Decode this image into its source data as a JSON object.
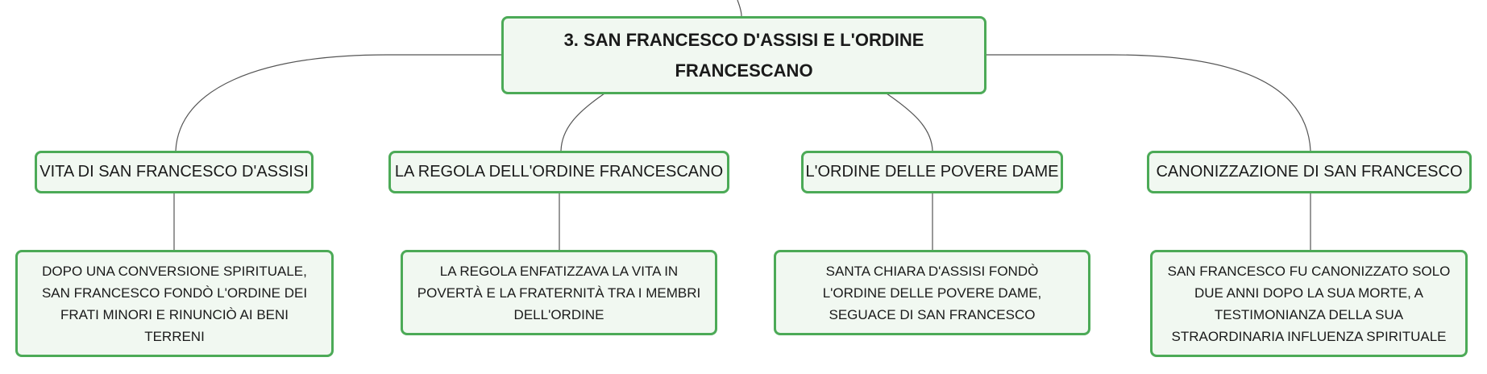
{
  "root": {
    "title": "3. SAN FRANCESCO D'ASSISI E L'ORDINE FRANCESCANO"
  },
  "topics": [
    {
      "label": "VITA DI SAN FRANCESCO D'ASSISI",
      "detail": "DOPO UNA CONVERSIONE SPIRITUALE, SAN FRANCESCO FONDÒ L'ORDINE DEI FRATI MINORI E RINUNCIÒ AI BENI TERRENI"
    },
    {
      "label": "LA REGOLA DELL'ORDINE FRANCESCANO",
      "detail": "LA REGOLA ENFATIZZAVA LA VITA IN POVERTÀ E LA FRATERNITÀ TRA I MEMBRI DELL'ORDINE"
    },
    {
      "label": "L'ORDINE DELLE POVERE DAME",
      "detail": "SANTA CHIARA D'ASSISI FONDÒ L'ORDINE DELLE POVERE DAME, SEGUACE DI SAN FRANCESCO"
    },
    {
      "label": "CANONIZZAZIONE DI SAN FRANCESCO",
      "detail": "SAN FRANCESCO FU CANONIZZATO SOLO DUE ANNI DOPO LA SUA MORTE, A TESTIMONIANZA DELLA SUA STRAORDINARIA INFLUENZA SPIRITUALE"
    }
  ],
  "colors": {
    "node_border": "#4caa57",
    "node_fill": "#f1f8f1",
    "connector": "#555555"
  }
}
